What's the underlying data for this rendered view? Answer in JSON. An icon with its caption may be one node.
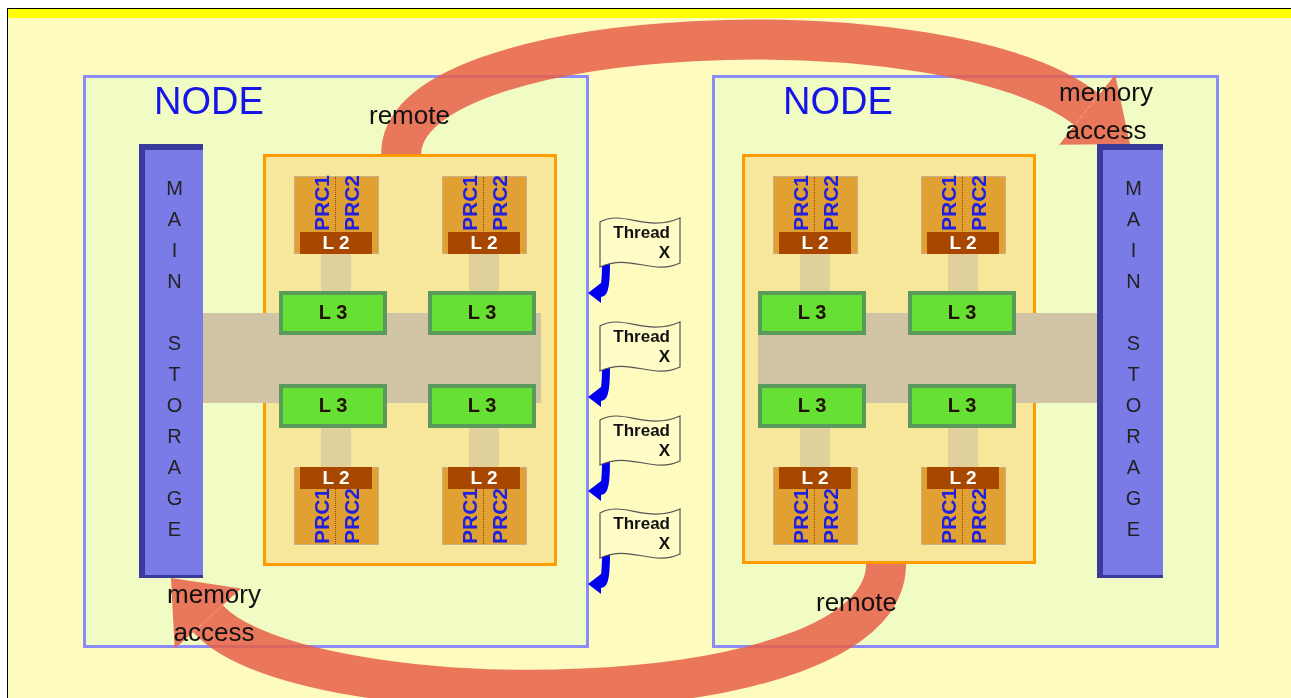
{
  "diagram": {
    "nodes": [
      {
        "text": [
          "NODE"
        ]
      },
      {
        "text": [
          "MAIN STORAGE"
        ],
        "in": 0
      },
      {
        "text": [],
        "shape": "box",
        "in": 0
      },
      {
        "text": [
          "PRC1",
          "PRC2"
        ],
        "in": 2
      },
      {
        "text": [
          "L 2"
        ],
        "in": 3
      },
      {
        "text": [
          "PRC1",
          "PRC2"
        ],
        "in": 2
      },
      {
        "text": [
          "L 2"
        ],
        "in": 5
      },
      {
        "text": [
          "L 3"
        ],
        "in": 2
      },
      {
        "text": [
          "L 3"
        ],
        "in": 2
      },
      {
        "text": [
          "L 3"
        ],
        "in": 2
      },
      {
        "text": [
          "L 3"
        ],
        "in": 2
      },
      {
        "text": [
          "PRC1",
          "PRC2"
        ],
        "in": 2
      },
      {
        "text": [
          "L 2"
        ],
        "in": 11
      },
      {
        "text": [
          "PRC1",
          "PRC2"
        ],
        "in": 2
      },
      {
        "text": [
          "L 2"
        ],
        "in": 13
      },
      {
        "text": [
          "Thread X"
        ]
      },
      {
        "text": [
          "Thread X"
        ]
      },
      {
        "text": [
          "Thread X"
        ]
      },
      {
        "text": [
          "Thread X"
        ]
      },
      {
        "text": [
          "NODE"
        ]
      },
      {
        "text": [],
        "shape": "box",
        "in": 19
      },
      {
        "text": [
          "PRC1",
          "PRC2"
        ],
        "in": 20
      },
      {
        "text": [
          "L 2"
        ],
        "in": 21
      },
      {
        "text": [
          "PRC1",
          "PRC2"
        ],
        "in": 20
      },
      {
        "text": [
          "L 2"
        ],
        "in": 23
      },
      {
        "text": [
          "L 3"
        ],
        "in": 20
      },
      {
        "text": [
          "L 3"
        ],
        "in": 20
      },
      {
        "text": [
          "L 3"
        ],
        "in": 20
      },
      {
        "text": [
          "L 3"
        ],
        "in": 20
      },
      {
        "text": [
          "PRC1",
          "PRC2"
        ],
        "in": 20
      },
      {
        "text": [
          "L 2"
        ],
        "in": 29
      },
      {
        "text": [
          "PRC1",
          "PRC2"
        ],
        "in": 20
      },
      {
        "text": [
          "L 2"
        ],
        "in": 31
      },
      {
        "text": [
          "MAIN STORAGE"
        ],
        "in": 19
      },
      {
        "text": [],
        "shape": "bar",
        "in": 2
      },
      {
        "text": [],
        "shape": "bar",
        "in": 20
      }
    ],
    "edges": [
      {
        "from": 2,
        "to": 33,
        "arrow": "to",
        "color": "#e8604a"
      },
      {
        "from": 20,
        "to": 1,
        "arrow": "to",
        "color": "#e8604a"
      },
      {
        "from": 1,
        "to": 34,
        "arrow": "none",
        "style": "thick",
        "color": "#d0c4a4"
      },
      {
        "from": 35,
        "to": 33,
        "arrow": "none",
        "style": "thick",
        "color": "#d0c4a4"
      },
      {
        "from": 4,
        "to": 7,
        "arrow": "none"
      },
      {
        "from": 6,
        "to": 8,
        "arrow": "none"
      },
      {
        "from": 12,
        "to": 9,
        "arrow": "none"
      },
      {
        "from": 14,
        "to": 10,
        "arrow": "none"
      },
      {
        "from": 22,
        "to": 25,
        "arrow": "none"
      },
      {
        "from": 24,
        "to": 26,
        "arrow": "none"
      },
      {
        "from": 30,
        "to": 27,
        "arrow": "none"
      },
      {
        "from": 32,
        "to": 28,
        "arrow": "none"
      },
      {
        "from": 15,
        "to": 0,
        "arrow": "to",
        "color": "#0000ee"
      },
      {
        "from": 16,
        "to": 0,
        "arrow": "to",
        "color": "#0000ee"
      },
      {
        "from": 17,
        "to": 0,
        "arrow": "to",
        "color": "#0000ee"
      },
      {
        "from": 18,
        "to": 0,
        "arrow": "to",
        "color": "#0000ee"
      }
    ],
    "labels": [
      "remote",
      "memory access",
      "memory access",
      "remote"
    ]
  }
}
